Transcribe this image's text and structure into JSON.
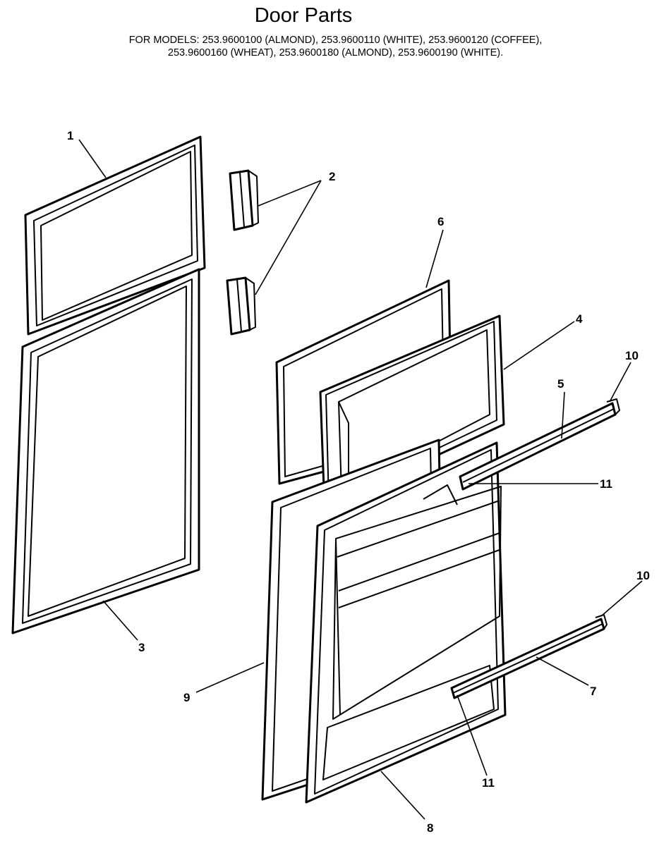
{
  "header": {
    "title": "Door Parts",
    "models_line1": "FOR MODELS:  253.9600100 (ALMOND), 253.9600110 (WHITE), 253.9600120 (COFFEE),",
    "models_line2": "253.9600160 (WHEAT), 253.9600180 (ALMOND), 253.9600190 (WHITE)."
  },
  "callouts": {
    "c1": "1",
    "c2": "2",
    "c3": "3",
    "c4": "4",
    "c5": "5",
    "c6": "6",
    "c7": "7",
    "c8": "8",
    "c9": "9",
    "c10a": "10",
    "c10b": "10",
    "c11a": "11",
    "c11b": "11"
  }
}
